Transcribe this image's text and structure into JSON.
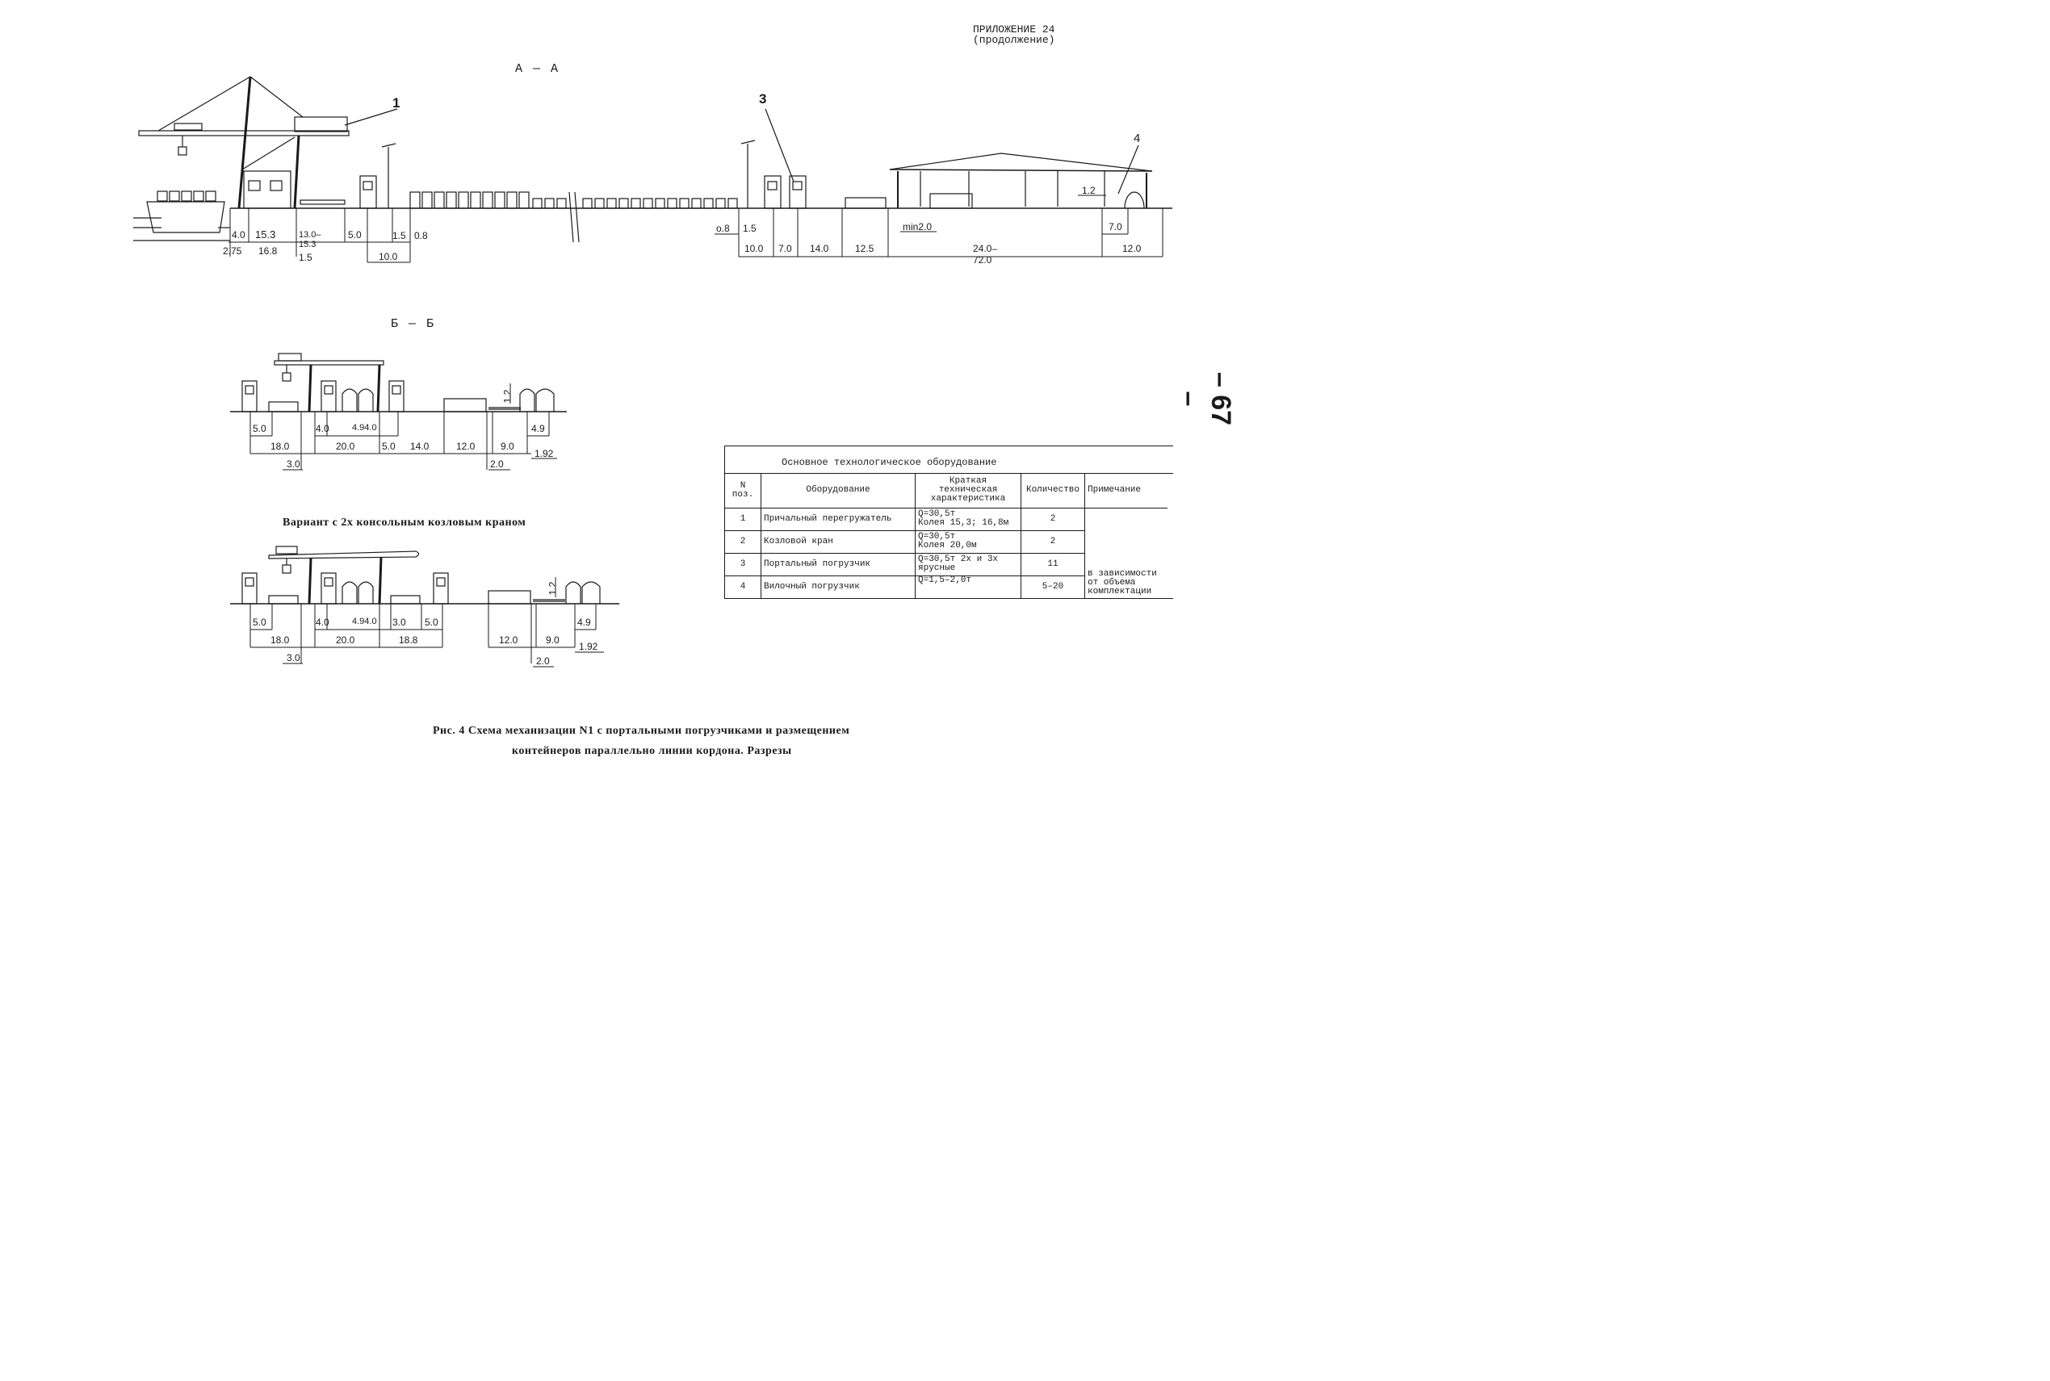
{
  "header": {
    "line1": "ПРИЛОЖЕНИЕ 24",
    "line2": "(продолжение)"
  },
  "page_number": "– 67 –",
  "sections": {
    "aa": "А — А",
    "bb": "Б — Б"
  },
  "variant_label": "Вариант с 2х консольным козловым краном",
  "callouts": {
    "c1": "1",
    "c3": "3",
    "c4": "4"
  },
  "dims_aa": {
    "d_40": "4.0",
    "d_153": "15.3",
    "d_1315": "13.0–15.3",
    "d_50": "5.0",
    "d_15a": "1.5",
    "d_08a": "0.8",
    "d_275": "2.75",
    "d_168": "16.8",
    "d_15b": "1.5",
    "d_100a": "10.0",
    "d_08b": "о.8",
    "d_15c": "1.5",
    "d_min": "min2.0",
    "d_12": "1.2",
    "d_70b": "7.0",
    "d_100b": "10.0",
    "d_70": "7.0",
    "d_140": "14.0",
    "d_125": "12.5",
    "d_2472": "24.0–72.0",
    "d_120": "12.0"
  },
  "dims_bb": {
    "d_50": "5.0",
    "d_40": "4.0",
    "d_4940": "4.94.0",
    "d_49": "4.9",
    "d_12": "1.2",
    "d_180": "18.0",
    "d_200": "20.0",
    "d_50b": "5.0",
    "d_140": "14.0",
    "d_120": "12.0",
    "d_90": "9.0",
    "d_30": "3.0",
    "d_20": "2.0",
    "d_192": "1.92"
  },
  "dims_v": {
    "d_50": "5.0",
    "d_40": "4.0",
    "d_4940": "4.94.0",
    "d_30b": "3.0",
    "d_50b": "5.0",
    "d_49": "4.9",
    "d_12": "1.2",
    "d_180": "18.0",
    "d_200": "20.0",
    "d_188": "18.8",
    "d_120": "12.0",
    "d_90": "9.0",
    "d_30": "3.0",
    "d_20": "2.0",
    "d_192": "1.92"
  },
  "equipment_table": {
    "title": "Основное технологическое оборудование",
    "headers": {
      "pos": "N поз.",
      "equipment": "Оборудование",
      "spec": "Краткая техническая характеристика",
      "qty": "Количество",
      "note": "Примечание"
    },
    "rows": [
      {
        "pos": "1",
        "name": "Причальный перегружатель",
        "spec1": "Q=30,5т",
        "spec2": "Колея 15,3; 16,8м",
        "qty": "2"
      },
      {
        "pos": "2",
        "name": "Козловой кран",
        "spec1": "Q=30,5т",
        "spec2": "Колея 20,0м",
        "qty": "2"
      },
      {
        "pos": "3",
        "name": "Портальный погрузчик",
        "spec1": "Q=30,5т 2х и 3х",
        "spec2": "ярусные",
        "qty": "11"
      },
      {
        "pos": "4",
        "name": "Вилочный погрузчик",
        "spec1": "Q=1,5–2,0т",
        "spec2": "",
        "qty": "5–20"
      }
    ],
    "note": {
      "l1": "в зависимости",
      "l2": "от объема",
      "l3": "комплектации"
    }
  },
  "caption": {
    "line1": "Рис. 4 Схема механизации N1 с портальными погрузчиками и размещением",
    "line2": "контейнеров параллельно линии кордона. Разрезы"
  }
}
